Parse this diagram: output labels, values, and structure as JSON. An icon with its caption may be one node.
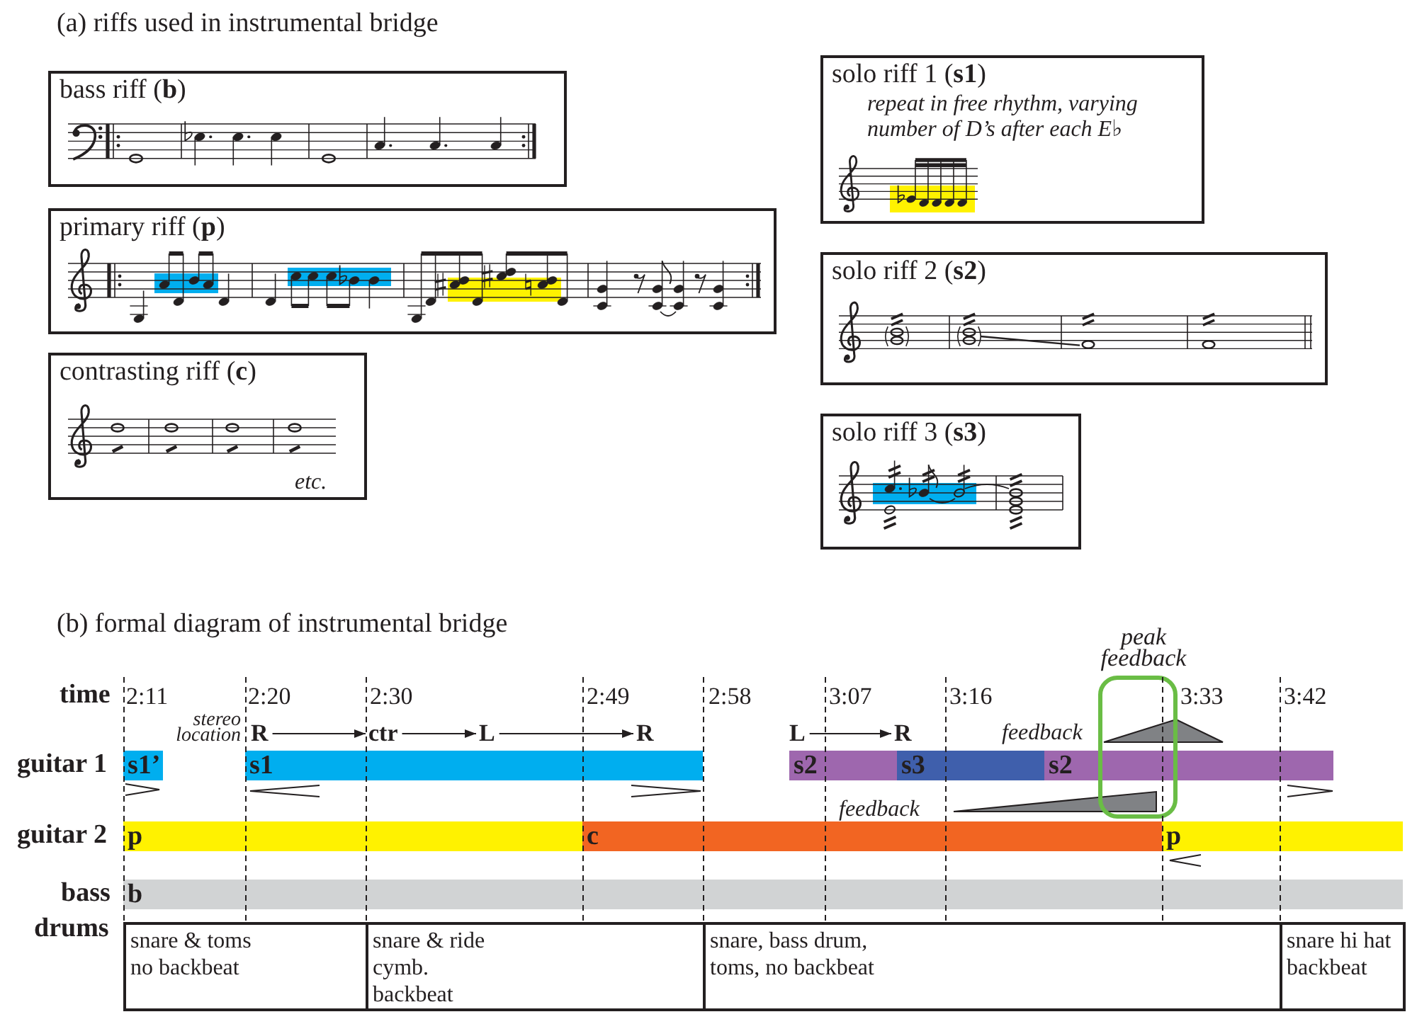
{
  "diagram": {
    "nodes": [
      {
        "text": [
          "bass riff (**b**)"
        ]
      },
      {
        "text": [
          "primary riff (**p**)"
        ]
      },
      {
        "text": [
          "contrasting riff (**c**)",
          "etc."
        ]
      },
      {
        "text": [
          "solo riff 1 (**s1**)",
          "repeat in free rhythm, varying number of D’s after each E♭"
        ]
      },
      {
        "text": [
          "solo riff 2 (**s2**)"
        ]
      },
      {
        "text": [
          "solo riff 3 (**s3**)"
        ]
      },
      {
        "text": [
          "R"
        ]
      },
      {
        "text": [
          "ctr"
        ]
      },
      {
        "text": [
          "L"
        ]
      },
      {
        "text": [
          "R"
        ]
      },
      {
        "text": [
          "L"
        ]
      },
      {
        "text": [
          "R"
        ]
      },
      {
        "text": [],
        "shape": "triangle"
      },
      {
        "text": [
          "s1’"
        ]
      },
      {
        "text": [
          "s1"
        ]
      },
      {
        "text": [
          "s2"
        ]
      },
      {
        "text": [
          "s3"
        ]
      },
      {
        "text": [
          "s2"
        ]
      },
      {
        "text": [],
        "shape": "triangle"
      },
      {
        "text": [
          "p"
        ]
      },
      {
        "text": [
          "c"
        ]
      },
      {
        "text": [
          "p"
        ]
      },
      {
        "text": [
          "b"
        ]
      },
      {
        "text": [
          "snare & toms no backbeat"
        ]
      },
      {
        "text": [
          "snare & ride cymb. backbeat"
        ]
      },
      {
        "text": [
          "snare, bass drum, toms, no backbeat"
        ]
      },
      {
        "text": [
          "snare hi hat backbeat"
        ]
      }
    ],
    "edges": [
      {
        "from": 6,
        "to": 7,
        "arrow": "to"
      },
      {
        "from": 7,
        "to": 8,
        "arrow": "to"
      },
      {
        "from": 8,
        "to": 9,
        "arrow": "to"
      },
      {
        "from": 10,
        "to": 11,
        "arrow": "to"
      }
    ],
    "labels": [
      "(a) riffs used in instrumental bridge",
      "(b) formal diagram of instrumental bridge",
      "peak feedback",
      "time",
      "2:11",
      "2:20",
      "2:30",
      "2:49",
      "2:58",
      "3:07",
      "3:16",
      "3:33",
      "3:42",
      "stereo location",
      "feedback",
      "guitar 1",
      "feedback",
      "guitar 2",
      "bass",
      "drums"
    ]
  }
}
